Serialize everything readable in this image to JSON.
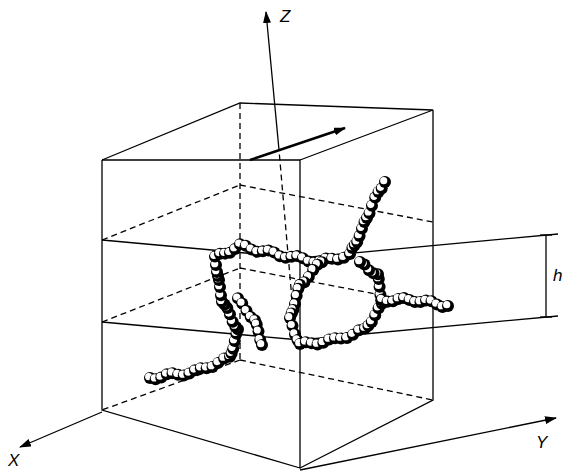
{
  "diagram": {
    "labels": [
      "Z",
      "Y",
      "X",
      "h"
    ]
  }
}
